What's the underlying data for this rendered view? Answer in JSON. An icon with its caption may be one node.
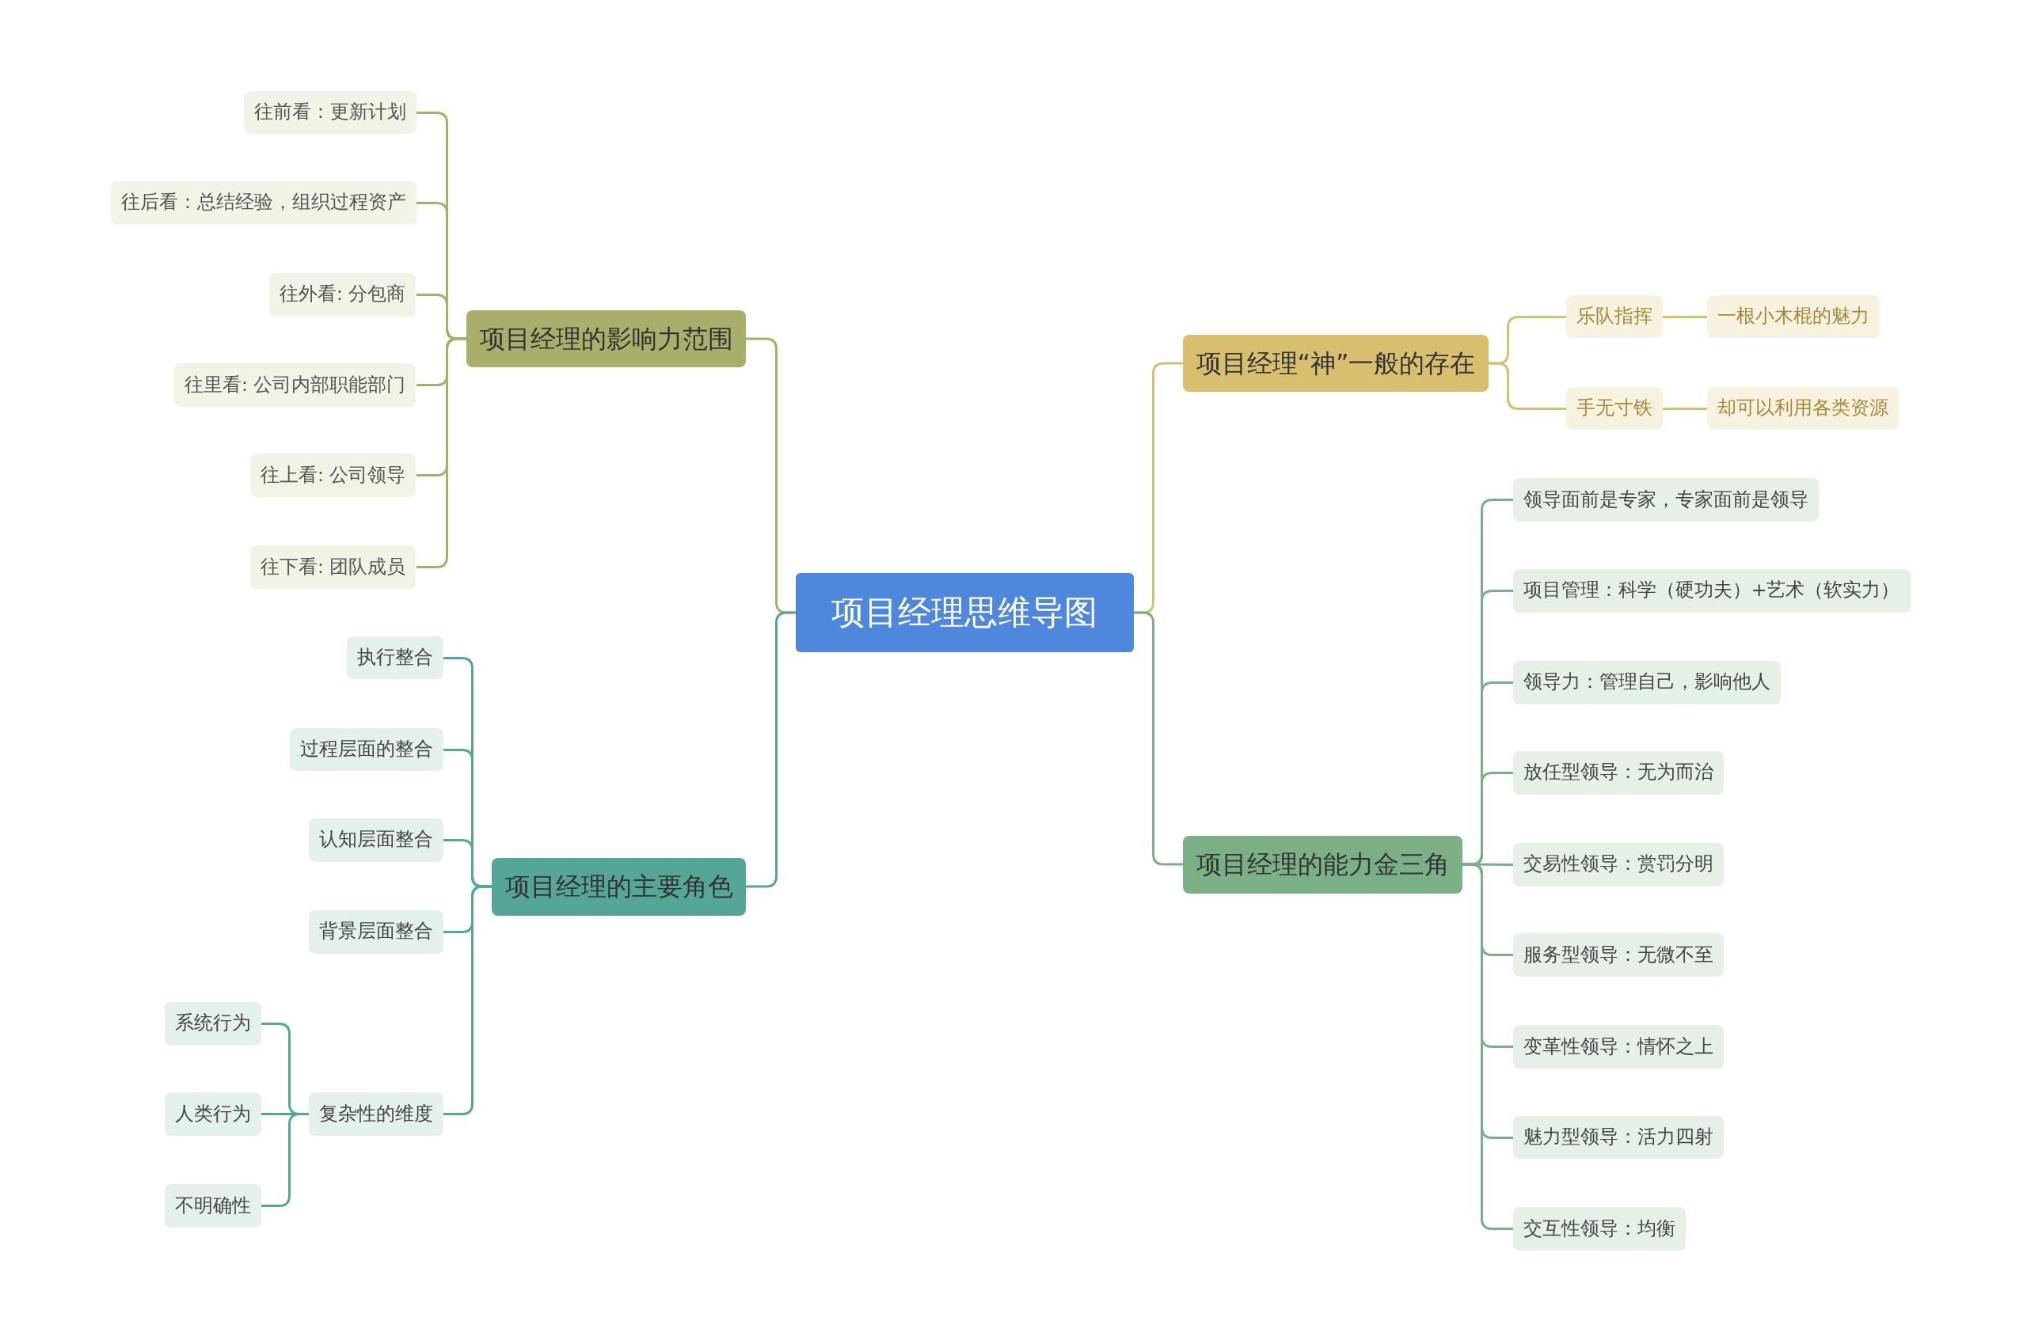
{
  "diagram": {
    "nodes": [
      {
        "text": [
          "项目经理思维导图"
        ]
      },
      {
        "text": [
          "项目经理的影响力范围"
        ]
      },
      {
        "text": [
          "往前看：更新计划"
        ]
      },
      {
        "text": [
          "往后看：总结经验，组织过程资产"
        ]
      },
      {
        "text": [
          "往外看: 分包商"
        ]
      },
      {
        "text": [
          "往里看: 公司内部职能部门"
        ]
      },
      {
        "text": [
          "往上看: 公司领导"
        ]
      },
      {
        "text": [
          "往下看: 团队成员"
        ]
      },
      {
        "text": [
          "项目经理的主要角色"
        ]
      },
      {
        "text": [
          "执行整合"
        ]
      },
      {
        "text": [
          "过程层面的整合"
        ]
      },
      {
        "text": [
          "认知层面整合"
        ]
      },
      {
        "text": [
          "背景层面整合"
        ]
      },
      {
        "text": [
          "复杂性的维度"
        ]
      },
      {
        "text": [
          "系统行为"
        ]
      },
      {
        "text": [
          "人类行为"
        ]
      },
      {
        "text": [
          "不明确性"
        ]
      },
      {
        "text": [
          "项目经理“神”一般的存在"
        ]
      },
      {
        "text": [
          "乐队指挥"
        ]
      },
      {
        "text": [
          "一根小木棍的魅力"
        ]
      },
      {
        "text": [
          "手无寸铁"
        ]
      },
      {
        "text": [
          "却可以利用各类资源"
        ]
      },
      {
        "text": [
          "项目经理的能力金三角"
        ]
      },
      {
        "text": [
          "领导面前是专家，专家面前是领导"
        ]
      },
      {
        "text": [
          "项目管理：科学（硬功夫）+艺术（软实力）"
        ]
      },
      {
        "text": [
          "领导力：管理自己，影响他人"
        ]
      },
      {
        "text": [
          "放任型领导：无为而治"
        ]
      },
      {
        "text": [
          "交易性领导：赏罚分明"
        ]
      },
      {
        "text": [
          "服务型领导：无微不至"
        ]
      },
      {
        "text": [
          "变革性领导：情怀之上"
        ]
      },
      {
        "text": [
          "魅力型领导：活力四射"
        ]
      },
      {
        "text": [
          "交互性领导：均衡"
        ]
      }
    ],
    "edges": [
      {
        "from": 0,
        "to": 1,
        "arrow": "none",
        "color": "#a9ae6b"
      },
      {
        "from": 1,
        "to": 2,
        "arrow": "none",
        "color": "#a9ae6b"
      },
      {
        "from": 1,
        "to": 3,
        "arrow": "none",
        "color": "#a9ae6b"
      },
      {
        "from": 1,
        "to": 4,
        "arrow": "none",
        "color": "#a9ae6b"
      },
      {
        "from": 1,
        "to": 5,
        "arrow": "none",
        "color": "#a9ae6b"
      },
      {
        "from": 1,
        "to": 6,
        "arrow": "none",
        "color": "#a9ae6b"
      },
      {
        "from": 1,
        "to": 7,
        "arrow": "none",
        "color": "#a9ae6b"
      },
      {
        "from": 0,
        "to": 8,
        "arrow": "none",
        "color": "#56a698"
      },
      {
        "from": 8,
        "to": 9,
        "arrow": "none",
        "color": "#56a698"
      },
      {
        "from": 8,
        "to": 10,
        "arrow": "none",
        "color": "#56a698"
      },
      {
        "from": 8,
        "to": 11,
        "arrow": "none",
        "color": "#56a698"
      },
      {
        "from": 8,
        "to": 12,
        "arrow": "none",
        "color": "#56a698"
      },
      {
        "from": 8,
        "to": 13,
        "arrow": "none",
        "color": "#56a698"
      },
      {
        "from": 13,
        "to": 14,
        "arrow": "none",
        "color": "#56a698"
      },
      {
        "from": 13,
        "to": 15,
        "arrow": "none",
        "color": "#56a698"
      },
      {
        "from": 13,
        "to": 16,
        "arrow": "none",
        "color": "#56a698"
      },
      {
        "from": 0,
        "to": 17,
        "arrow": "none",
        "color": "#d8bf70"
      },
      {
        "from": 17,
        "to": 18,
        "arrow": "none",
        "color": "#d8bf70"
      },
      {
        "from": 18,
        "to": 19,
        "arrow": "none",
        "color": "#d8bf70"
      },
      {
        "from": 17,
        "to": 20,
        "arrow": "none",
        "color": "#d8bf70"
      },
      {
        "from": 20,
        "to": 21,
        "arrow": "none",
        "color": "#d8bf70"
      },
      {
        "from": 0,
        "to": 22,
        "arrow": "none",
        "color": "#7bb087"
      },
      {
        "from": 22,
        "to": 23,
        "arrow": "none",
        "color": "#7bb087"
      },
      {
        "from": 22,
        "to": 24,
        "arrow": "none",
        "color": "#7bb087"
      },
      {
        "from": 22,
        "to": 25,
        "arrow": "none",
        "color": "#7bb087"
      },
      {
        "from": 22,
        "to": 26,
        "arrow": "none",
        "color": "#7bb087"
      },
      {
        "from": 22,
        "to": 27,
        "arrow": "none",
        "color": "#7bb087"
      },
      {
        "from": 22,
        "to": 28,
        "arrow": "none",
        "color": "#7bb087"
      },
      {
        "from": 22,
        "to": 29,
        "arrow": "none",
        "color": "#7bb087"
      },
      {
        "from": 22,
        "to": 30,
        "arrow": "none",
        "color": "#7bb087"
      },
      {
        "from": 22,
        "to": 31,
        "arrow": "none",
        "color": "#7bb087"
      }
    ]
  }
}
